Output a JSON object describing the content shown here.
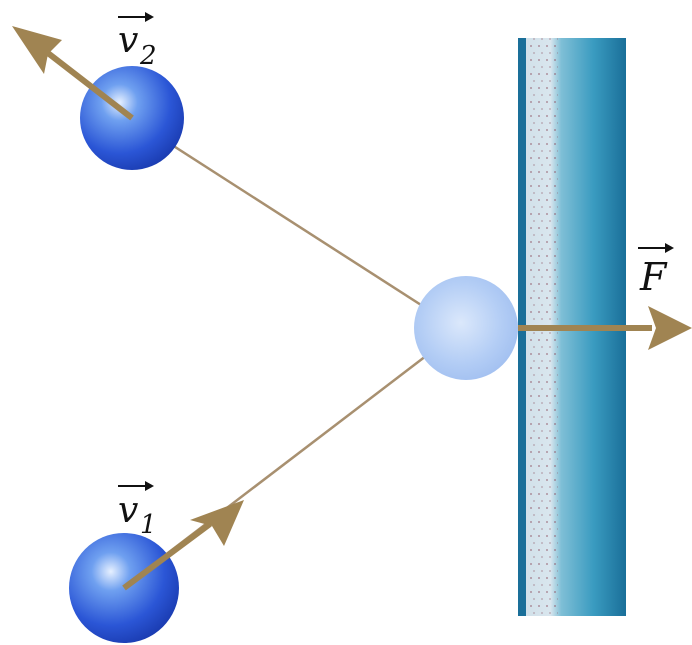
{
  "labels": {
    "v1": {
      "symbol": "v",
      "subscript": "1"
    },
    "v2": {
      "symbol": "v",
      "subscript": "2"
    },
    "force": {
      "symbol": "F"
    }
  },
  "colors": {
    "arrow": "#a08452",
    "path_line": "#a89070",
    "ball_dark": "#1f47c9",
    "ball_light": "#6fa0f0",
    "ball_ghost": "#a9c6f5",
    "wall_dark": "#1a6f99",
    "wall_mid": "#3a9bc0",
    "wall_light": "#d9e6ee",
    "label_text": "#111111"
  },
  "icons": {
    "ball_incoming": "blue-sphere",
    "ball_outgoing": "blue-sphere",
    "ball_impact": "faded-sphere",
    "wall": "wall-surface",
    "vector_arrow": "arrow-head"
  }
}
